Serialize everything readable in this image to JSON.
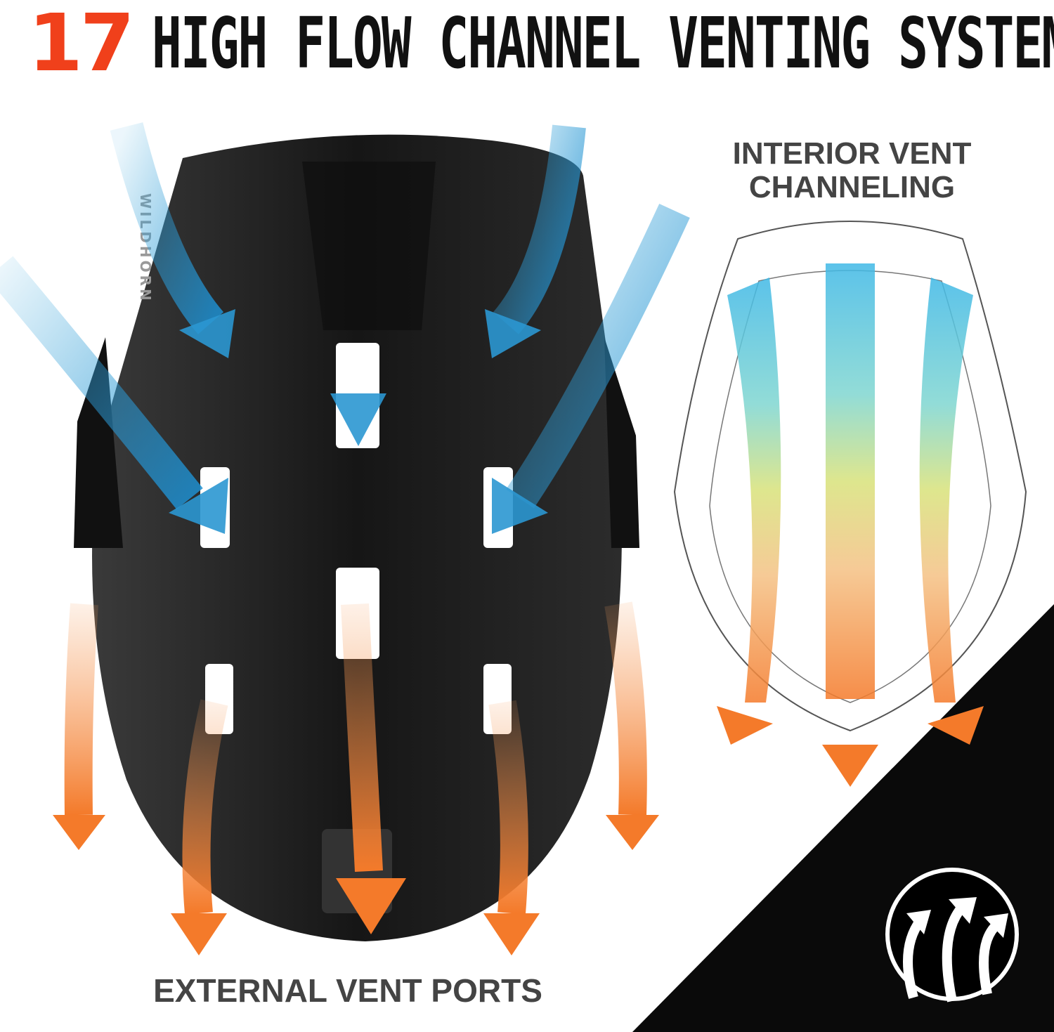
{
  "headline": {
    "number": "17",
    "title": "HIGH FLOW CHANNEL VENTING SYSTEM"
  },
  "captions": {
    "interior_line1": "INTERIOR VENT",
    "interior_line2": "CHANNELING",
    "external": "EXTERNAL VENT PORTS"
  },
  "brand": {
    "helmet_logo": "WILDHORN"
  },
  "colors": {
    "accent": "#f0401b",
    "cool_air": "#3fa9dc",
    "warm_air": "#f47a2a",
    "helmet": "#1a1a1a"
  },
  "icons": {
    "airflow": "airflow-arrows-icon"
  }
}
